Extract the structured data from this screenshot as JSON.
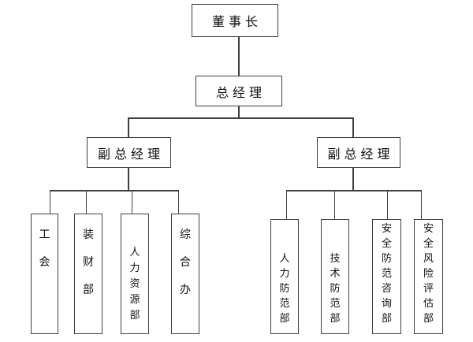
{
  "diagram": {
    "type": "organization-chart",
    "colors": {
      "background": "#ffffff",
      "line": "#404040",
      "text": "#111111"
    },
    "tree": {
      "label": "董事长",
      "children": [
        {
          "label": "总经理",
          "children": [
            {
              "label": "副总经理",
              "children": [
                {
                  "label": "工会"
                },
                {
                  "label": "装财部"
                },
                {
                  "label": "人力资源部"
                },
                {
                  "label": "综合办"
                }
              ]
            },
            {
              "label": "副总经理",
              "children": [
                {
                  "label": "人力防范部"
                },
                {
                  "label": "技术防范部"
                },
                {
                  "label": "安全防范咨询部"
                },
                {
                  "label": "安全风险评估部"
                }
              ]
            }
          ]
        }
      ]
    }
  }
}
